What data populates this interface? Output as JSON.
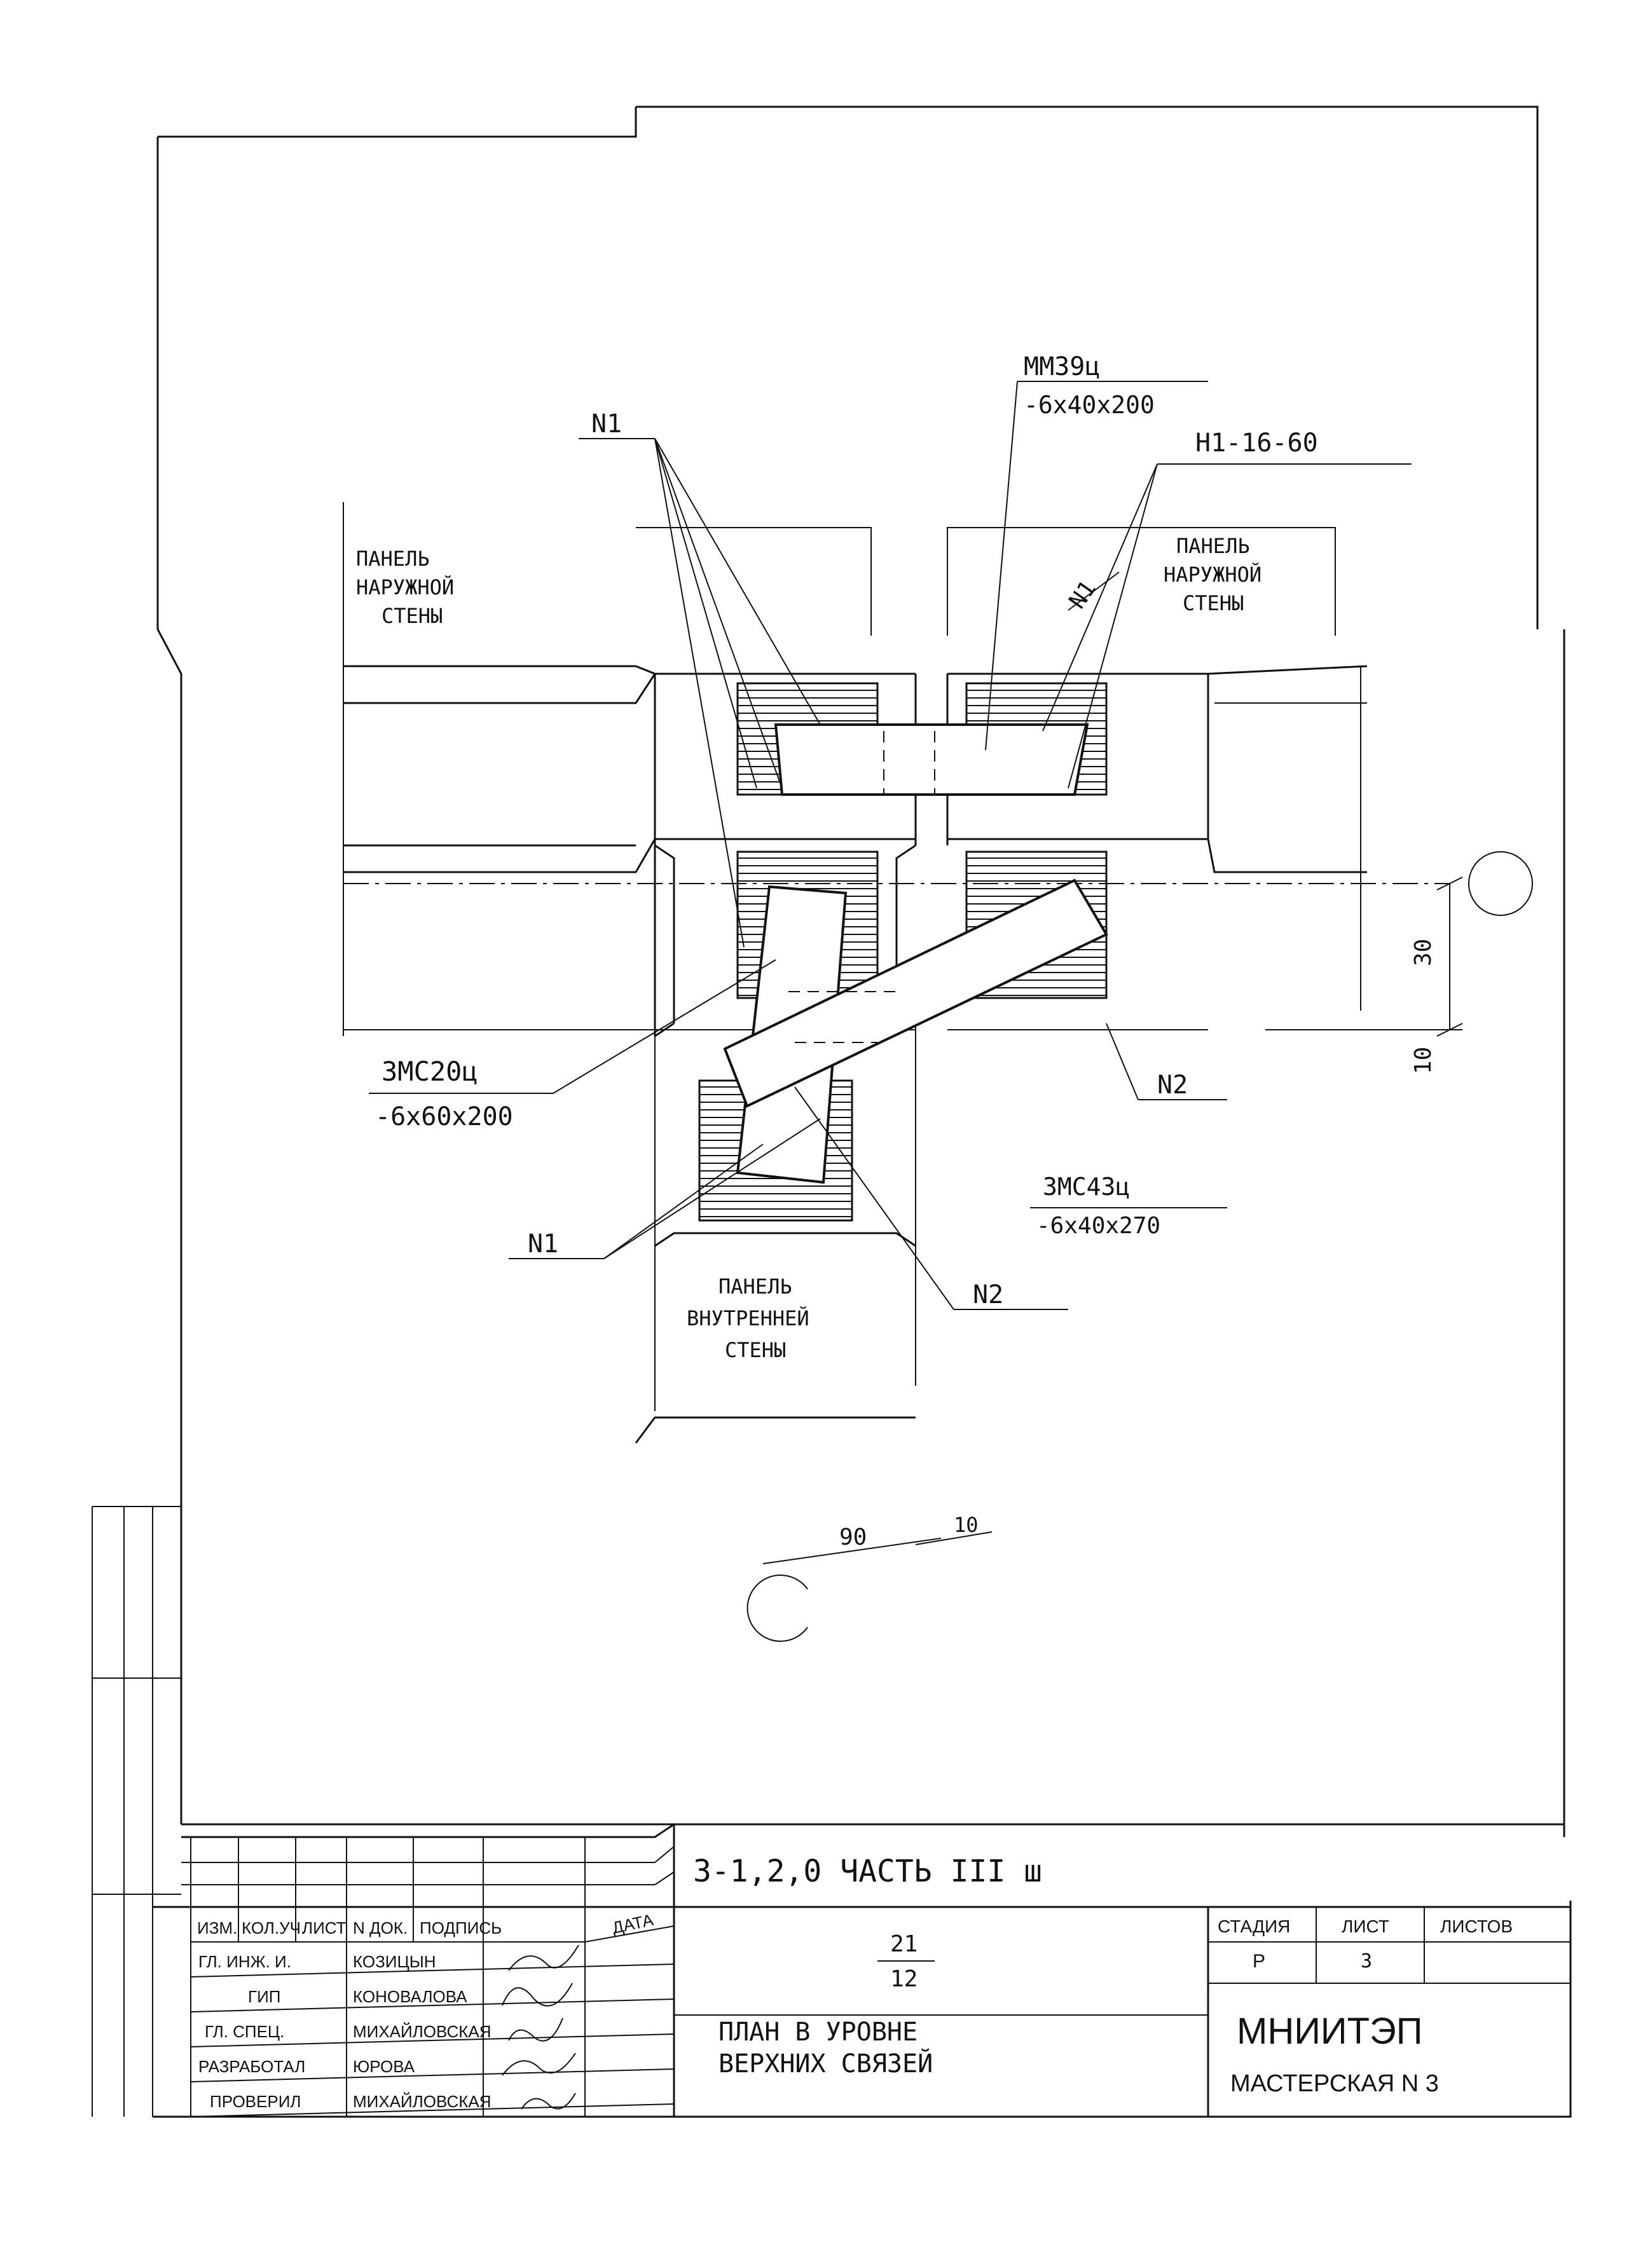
{
  "drawing": {
    "mark_n1_top": "N1",
    "mark_mm39": "ММ39ц",
    "mark_mm39_size": "-6x40x200",
    "mark_h1": "Н1-16-60",
    "panel_left": [
      "ПАНЕЛЬ",
      "НАРУЖНОЙ",
      "СТЕНЫ"
    ],
    "panel_right": [
      "ПАНЕЛЬ",
      "НАРУЖНОЙ",
      "СТЕНЫ"
    ],
    "panel_bottom": [
      "ПАНЕЛЬ",
      "ВНУТРЕННЕЙ",
      "СТЕНЫ"
    ],
    "mark_3mc20": "ЗМС20ц",
    "mark_3mc20_size": "-6x60x200",
    "mark_3mc43": "ЗМС43ц",
    "mark_3mc43_size": "-6x40x270",
    "mark_n1_bottom": "N1",
    "mark_n2_right": "N2",
    "mark_n2_bottom": "N2",
    "mark_n1_diag": "N1",
    "dim_30": "30",
    "dim_10": "10",
    "dim_90": "90",
    "dim_10b": "10"
  },
  "title_block": {
    "project": "3-1,2,0 ЧАСТЬ III ш",
    "headers": [
      "ИЗМ.",
      "КОЛ.УЧ.",
      "ЛИСТ",
      "N ДОК.",
      "ПОДПИСЬ",
      "ДАТА"
    ],
    "people": [
      {
        "role": "ГЛ. ИНЖ. И.",
        "name": "КОЗИЦЫН"
      },
      {
        "role": "ГИП",
        "name": "КОНОВАЛОВА"
      },
      {
        "role": "ГЛ. СПЕЦ.",
        "name": "МИХАЙЛОВСКАЯ"
      },
      {
        "role": "РАЗРАБОТАЛ",
        "name": "ЮРОВА"
      },
      {
        "role": "ПРОВЕРИЛ",
        "name": "МИХАЙЛОВСКАЯ"
      }
    ],
    "sheet_code_top": "21",
    "sheet_code_bottom": "12",
    "sheet_title_line1": "ПЛАН В УРОВНЕ",
    "sheet_title_line2": "ВЕРХНИХ СВЯЗЕЙ",
    "stage_label": "СТАДИЯ",
    "sheet_label": "ЛИСТ",
    "sheets_label": "ЛИСТОВ",
    "stage_value": "Р",
    "sheet_value": "3",
    "sheets_value": "",
    "org": "МНИИТЭП",
    "workshop": "МАСТЕРСКАЯ N 3"
  }
}
